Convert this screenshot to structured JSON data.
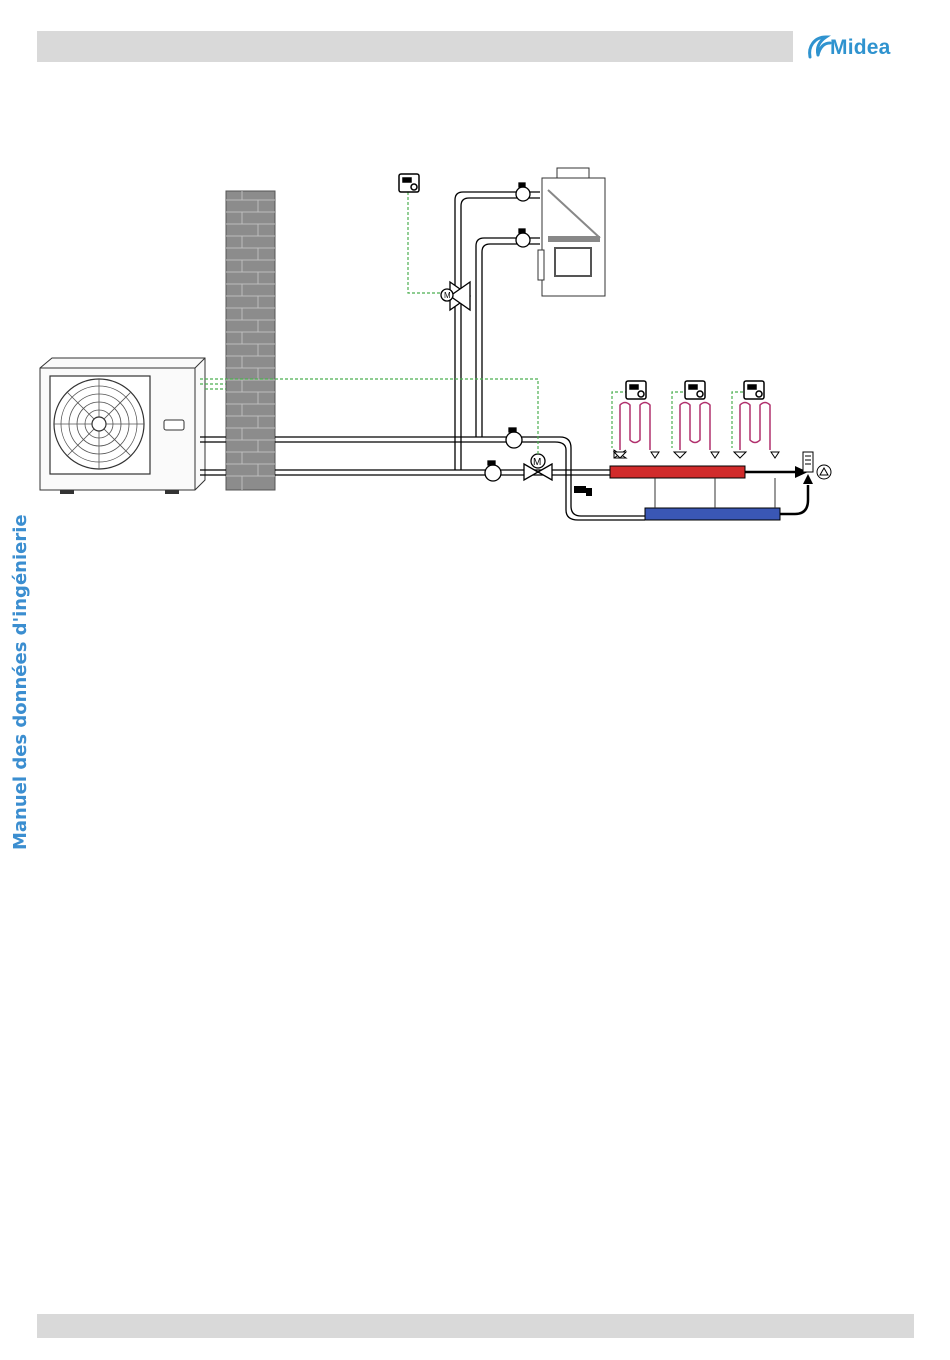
{
  "header": {
    "brand_name": "Midea",
    "brand_color": "#2f93cf",
    "bar_color": "#d9d9d9"
  },
  "sidebar": {
    "vertical_title": "Manuel des données d'ingénierie",
    "title_color": "#3b8ed0"
  },
  "diagram": {
    "components": [
      "outdoor-heat-pump-unit",
      "brick-wall",
      "room-thermostat",
      "three-way-motorized-valve",
      "fan-coil-unit",
      "two-way-motorized-valve",
      "water-pumps",
      "drain-valve",
      "supply-manifold",
      "return-manifold",
      "underfloor-heating-loops",
      "zone-thermostats",
      "buffer-tank-pump"
    ],
    "colors": {
      "pipe": "#000000",
      "control_wire": "#4caf50",
      "supply_manifold": "#d12b2b",
      "return_manifold": "#3a57b5",
      "floor_loop": "#b0306d",
      "wall": "#8c8c8c"
    }
  },
  "footer": {
    "bar_color": "#d9d9d9"
  }
}
